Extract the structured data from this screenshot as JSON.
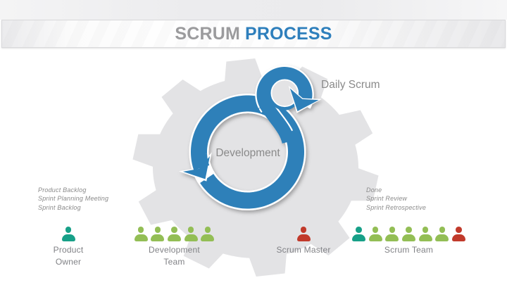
{
  "header": {
    "title_part1": "SCRUM",
    "title_part2": "PROCESS"
  },
  "diagram": {
    "big_loop_label": "Development",
    "small_loop_label": "Daily Scrum",
    "left_notes": [
      "Product Backlog",
      "Sprint Planning Meeting",
      "Sprint Backlog"
    ],
    "right_notes": [
      "Done",
      "Sprint Review",
      "Sprint Retrospective"
    ]
  },
  "roles": [
    {
      "id": "product-owner",
      "label_lines": [
        "Product",
        "Owner"
      ],
      "members": [
        "teal"
      ]
    },
    {
      "id": "development-team",
      "label_lines": [
        "Development",
        "Team"
      ],
      "members": [
        "green",
        "green",
        "green",
        "green",
        "green"
      ]
    },
    {
      "id": "scrum-master",
      "label_lines": [
        "Scrum Master"
      ],
      "members": [
        "red"
      ]
    },
    {
      "id": "scrum-team",
      "label_lines": [
        "Scrum Team"
      ],
      "members": [
        "teal",
        "green",
        "green",
        "green",
        "green",
        "green",
        "red"
      ]
    }
  ],
  "colors": {
    "blue": "#2e80b9",
    "teal": "#17a088",
    "green": "#93be55",
    "red": "#c13a2b",
    "gear": "#e4e4e6",
    "label_gray": "#808083",
    "note_gray": "#8a8a8a",
    "title_gray": "#9b9b9d",
    "title_blue": "#2e7fbc"
  }
}
